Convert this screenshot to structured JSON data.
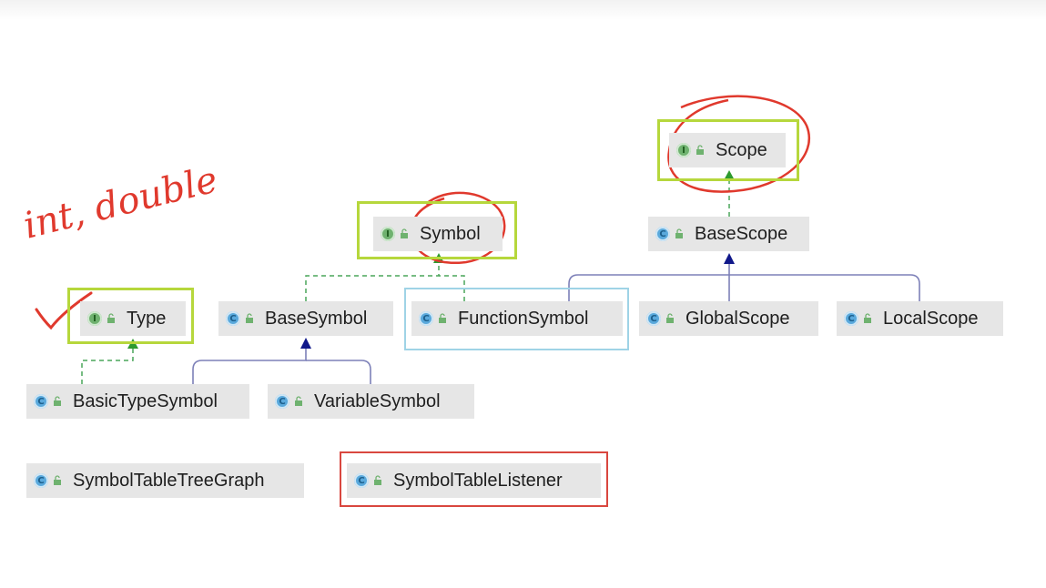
{
  "nodes": {
    "scope": {
      "label": "Scope",
      "kind": "I"
    },
    "base_scope": {
      "label": "BaseScope",
      "kind": "C"
    },
    "symbol": {
      "label": "Symbol",
      "kind": "I"
    },
    "type": {
      "label": "Type",
      "kind": "I"
    },
    "base_symbol": {
      "label": "BaseSymbol",
      "kind": "C"
    },
    "function_symbol": {
      "label": "FunctionSymbol",
      "kind": "C"
    },
    "global_scope": {
      "label": "GlobalScope",
      "kind": "C"
    },
    "local_scope": {
      "label": "LocalScope",
      "kind": "C"
    },
    "basic_type_symbol": {
      "label": "BasicTypeSymbol",
      "kind": "C"
    },
    "variable_symbol": {
      "label": "VariableSymbol",
      "kind": "C"
    },
    "symbol_table_tree_graph": {
      "label": "SymbolTableTreeGraph",
      "kind": "C"
    },
    "symbol_table_listener": {
      "label": "SymbolTableListener",
      "kind": "C"
    }
  },
  "annotation": {
    "handwriting": "int, double"
  },
  "colors": {
    "node_bg": "#e6e6e6",
    "implements_edge": "#4aa55a",
    "extends_edge": "#7d80b8",
    "highlight_green": "#b6d73c",
    "highlight_blue": "#9fd3e6",
    "highlight_red": "#d9473f",
    "ink_red": "#e0392d"
  }
}
